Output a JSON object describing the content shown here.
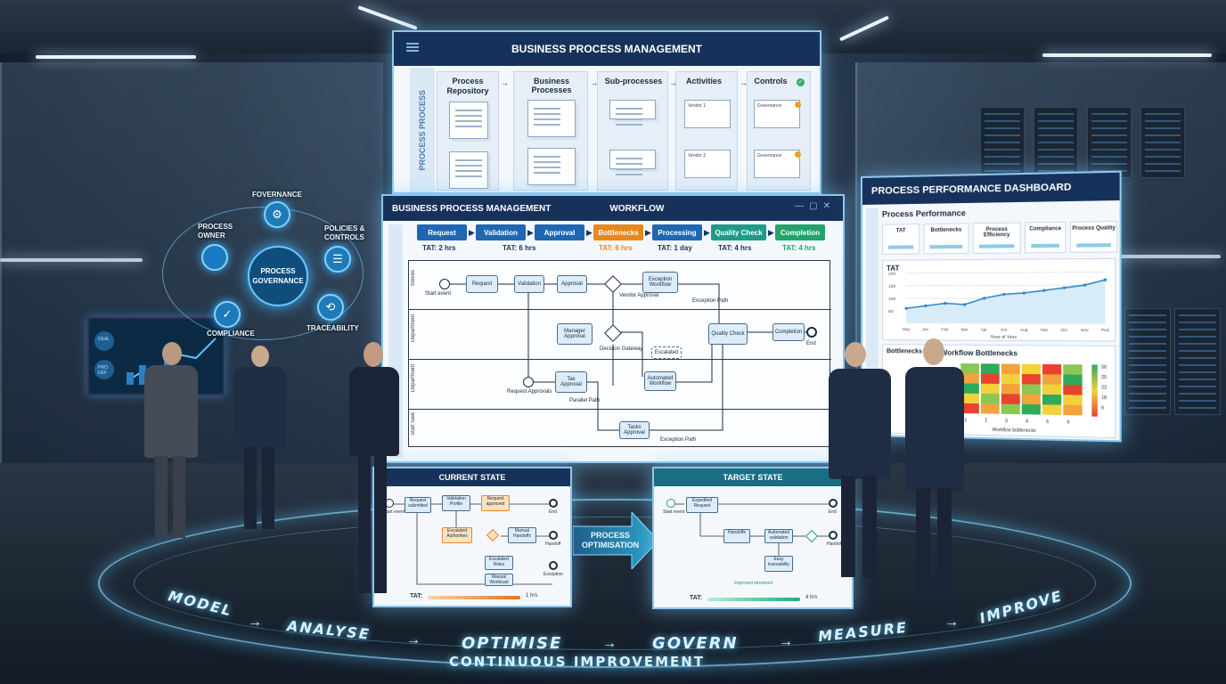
{
  "top_bpm": {
    "title": "BUSINESS PROCESS MANAGEMENT",
    "side_label": "PROCESS PROCESS",
    "columns": [
      "Process\nRepository",
      "Business Processes",
      "Sub-processes",
      "Activities",
      "Controls"
    ],
    "activity_cards": [
      "Vendor 1",
      "Vendor 2"
    ],
    "control_cards": [
      "Governance",
      "Governance"
    ]
  },
  "workflow": {
    "title": "BUSINESS PROCESS MANAGEMENT",
    "subtitle": "WORKFLOW",
    "steps": [
      {
        "label": "Request",
        "tat": "TAT: 2 hrs",
        "color": "#1f67b1"
      },
      {
        "label": "Validation",
        "tat": "TAT: 6 hrs",
        "color": "#1f67b1"
      },
      {
        "label": "Approval",
        "tat": "",
        "color": "#1f67b1"
      },
      {
        "label": "Bottlenecks",
        "tat": "TAT: 6 hrs",
        "color": "#e8871e"
      },
      {
        "label": "Processing",
        "tat": "TAT: 1 day",
        "color": "#1f67b1"
      },
      {
        "label": "Quality Check",
        "tat": "TAT: 4 hrs",
        "color": "#1f9a86"
      },
      {
        "label": "Completion",
        "tat": "TAT: 4 hrs",
        "color": "#23a36a"
      }
    ],
    "lanes": [
      "Steves",
      "Department",
      "Department",
      "Staff Sale"
    ],
    "tasks": {
      "start": "Start event",
      "request": "Request",
      "validation": "Validation",
      "approval": "Approval",
      "exception_review": "Exception Workflow",
      "vendor_approval": "Vendor Approval",
      "quality_check": "Quality Check",
      "completion": "Completion",
      "end": "End",
      "manager_approval": "Manager Approval",
      "gateway": "Decision Gateway",
      "escalated": "Escalated",
      "tax_approval": "Tax Approval",
      "automated": "Automated Workflow",
      "request_approvals": "Request Approvals",
      "parallel_path": "Parallel Path",
      "tasks_approval": "Tasks Approval",
      "exception_path": "Exception Path",
      "exception_path_top": "Exception Path"
    }
  },
  "dashboard": {
    "title": "PROCESS PERFORMANCE DASHBOARD",
    "section": "Process Performance",
    "kpis": [
      "TAT",
      "Bottlenecks",
      "Process Efficiency",
      "Compliance",
      "Process Quality"
    ],
    "chart_title": "TAT",
    "y_ticks": [
      "200",
      "150",
      "100",
      "50"
    ],
    "x_ticks": [
      "May",
      "Jan",
      "Feb",
      "Mar",
      "Apr",
      "Jun",
      "Aug",
      "Sep",
      "Oct",
      "Nov",
      "Ped"
    ],
    "x_label": "Time of Time",
    "heatmap_title": "Workflow Bottlenecks",
    "heatmap_left_label": "Bottlenecks",
    "heat_scale": [
      "56",
      "25",
      "23",
      "18",
      "6"
    ],
    "heat_x": [
      "1",
      "2",
      "3",
      "4",
      "5",
      "6"
    ],
    "heat_xlabel": "Workflow bottlenecks",
    "chart_colors": {
      "line": "#2f86c7",
      "fill": "#d7ecf8"
    }
  },
  "chart_data": {
    "type": "line",
    "title": "TAT",
    "categories": [
      "May",
      "Jan",
      "Feb",
      "Mar",
      "Apr",
      "Jun",
      "Aug",
      "Sep",
      "Oct",
      "Nov",
      "Ped"
    ],
    "values": [
      60,
      70,
      80,
      75,
      100,
      115,
      120,
      130,
      140,
      150,
      170
    ],
    "xlabel": "Time of Time",
    "ylabel": "",
    "ylim": [
      0,
      200
    ]
  },
  "governance": {
    "hub": "PROCESS\nGOVERNANCE",
    "nodes": {
      "top": "FOVERNANCE",
      "owner": "PROCESS\nOWNER",
      "policies": "POLICIES &\nCONTROLS",
      "compliance": "COMPLIANCE",
      "traceability": "TRACEABILITY"
    }
  },
  "current_state": {
    "title": "CURRENT STATE",
    "tat_label": "TAT:",
    "tat_value": "1 hrs",
    "labels": [
      "Start event",
      "Request submitted",
      "Validation Profile",
      "Request approved",
      "Escalated Authorities",
      "Manual Handoffs",
      "Escalated Risks",
      "Manual Workload",
      "End",
      "Handoff",
      "Exception"
    ]
  },
  "target_state": {
    "title": "TARGET STATE",
    "tat_label": "TAT:",
    "tat_value": "4 hrs",
    "note": "Improved streamed",
    "labels": [
      "Start event",
      "Expedited Request",
      "Handoffs",
      "Automated validation",
      "Easy traceability",
      "End",
      "Handoff"
    ]
  },
  "optimisation_label": "PROCESS\nOPTIMISATION",
  "loop": {
    "words": [
      "MODEL",
      "ANALYSE",
      "OPTIMISE",
      "GOVERN",
      "MEASURE",
      "IMPROVE"
    ],
    "caption": "CONTINUOUS IMPROVEMENT"
  },
  "tv": {
    "lines": [
      "DEAL",
      "PRO\nDEF"
    ]
  },
  "colors": {
    "accent": "#17325a",
    "glow": "#5cc8ff",
    "orange": "#e8871e",
    "green": "#23a36a"
  }
}
